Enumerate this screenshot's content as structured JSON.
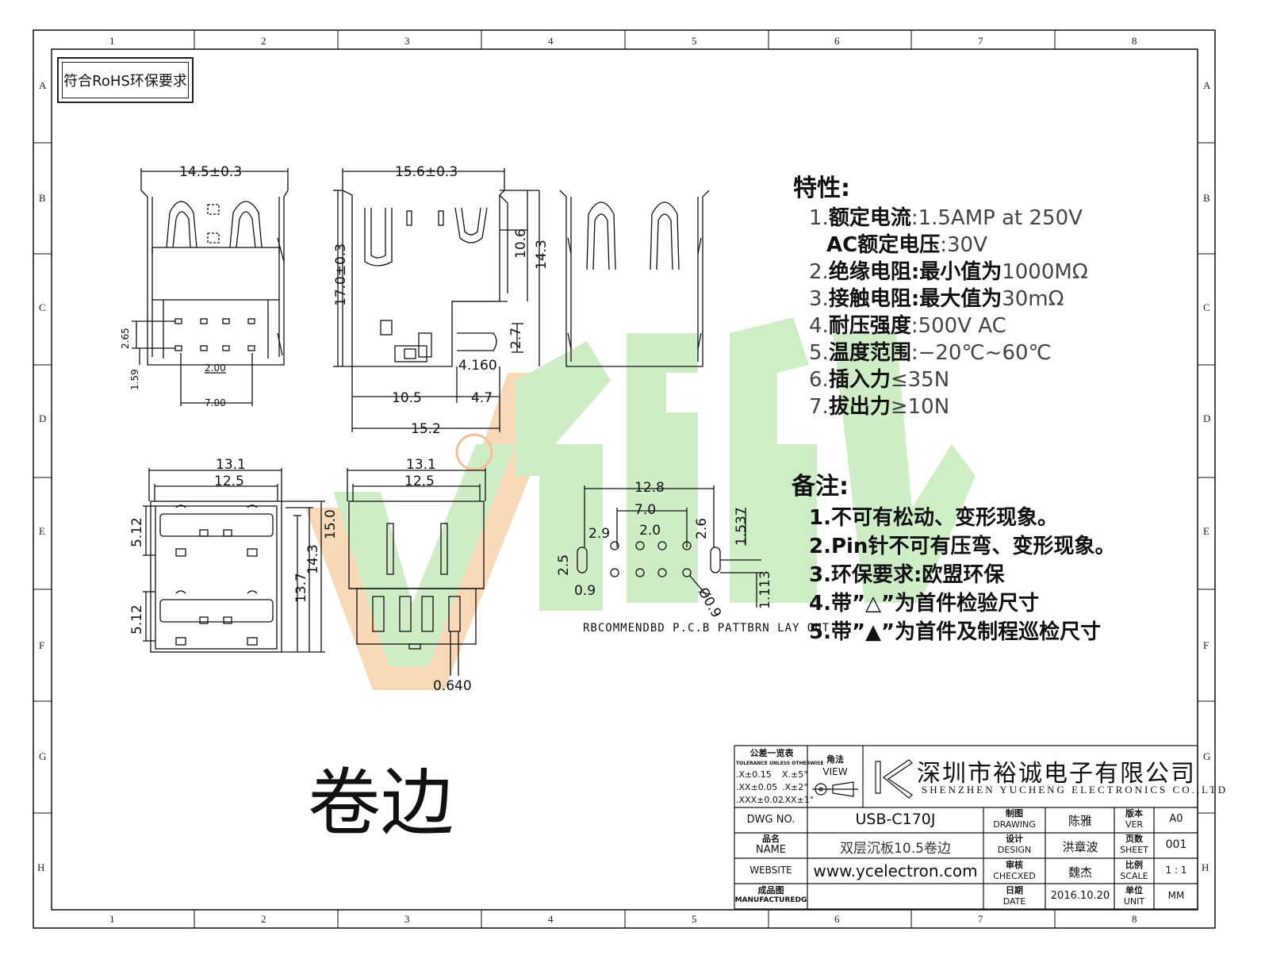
{
  "zones": {
    "columns": [
      "1",
      "2",
      "3",
      "4",
      "5",
      "6",
      "7",
      "8"
    ],
    "rows": [
      "A",
      "B",
      "C",
      "D",
      "E",
      "F",
      "G",
      "H"
    ]
  },
  "rohs_label": "符合RoHS环保要求",
  "dimensions": {
    "front_width": "14.5±0.3",
    "side_width": "15.6±0.3",
    "side_height": "17.0±0.3",
    "dim_10_6": "10.6",
    "dim_14_3_side": "14.3",
    "dim_2_7": "2.7",
    "dim_4_160": "4.160",
    "dim_10_5": "10.5",
    "dim_4_7": "4.7",
    "dim_15_2": "15.2",
    "dim_2_65": "2.65",
    "dim_1_59": "1.59",
    "dim_2_00": "2.00",
    "dim_7_00": "7.00",
    "bottom_13_1_a": "13.1",
    "bottom_12_5_a": "12.5",
    "bottom_13_1_b": "13.1",
    "bottom_12_5_b": "12.5",
    "dim_5_12_a": "5.12",
    "dim_5_12_b": "5.12",
    "dim_15_0": "15.0",
    "dim_14_3": "14.3",
    "dim_13_7": "13.7",
    "dim_0_640": "0.640",
    "pcb_12_8": "12.8",
    "pcb_7_0": "7.0",
    "pcb_2_9": "2.9",
    "pcb_2_0": "2.0",
    "pcb_2_6": "2.6",
    "pcb_1_537": "1.537",
    "pcb_2_5": "2.5",
    "pcb_0_9": "0.9",
    "pcb_phi": "Ø0.9",
    "pcb_1_113": "1.113"
  },
  "pcb_caption": "RBCOMMENDBD P.C.B PATTBRN LAY OUT",
  "specs": {
    "title": "特性:",
    "items": [
      {
        "num": "1.",
        "label": "额定电流",
        "value": ":1.5AMP at 250V"
      },
      {
        "num": "",
        "label": "AC额定电压",
        "value": ":30V"
      },
      {
        "num": "2.",
        "label": "绝缘电阻:最小值为",
        "value": "1000MΩ"
      },
      {
        "num": "3.",
        "label": "接触电阻:最大值为",
        "value": "30mΩ"
      },
      {
        "num": "4.",
        "label": "耐压强度",
        "value": ":500V AC"
      },
      {
        "num": "5.",
        "label": "温度范围",
        "value": ":−20℃~60℃"
      },
      {
        "num": "6.",
        "label": "插入力",
        "value": "≤35N"
      },
      {
        "num": "7.",
        "label": "拔出力",
        "value": "≥10N"
      }
    ]
  },
  "notes": {
    "title": "备注:",
    "items": [
      "1.不可有松动、变形现象。",
      "2.Pin针不可有压弯、变形现象。",
      "3.环保要求:欧盟环保",
      "4.带”△”为首件检验尺寸",
      "5.带”▲”为首件及制程巡检尺寸"
    ]
  },
  "big_label": "卷边",
  "title_block": {
    "tolerance_cn": "公差一览表",
    "tolerance_en": "TOLERANCE UNLESS OTHERWISE",
    "tol_1": ".X±0.15",
    "tol_2": ".XX±0.05",
    "tol_3": ".XXX±0.02",
    "ang_1": "X.±5°",
    "ang_2": ".X±2°",
    "ang_3": ".XX±1°",
    "view_cn": "角法",
    "view_en": "VIEW",
    "company_cn": "深圳市裕诚电子有限公司",
    "company_en": "SHENZHEN YUCHENG ELECTRONICS CO.,LTD",
    "dwg_no_label": "DWG NO.",
    "dwg_no": "USB-C170J",
    "name_cn": "品名",
    "name_en": "NAME",
    "name_value": "双层沉板10.5卷边",
    "website_label": "WEBSITE",
    "website": "www.ycelectron.com",
    "mfg_cn": "成品图",
    "mfg_en": "MANUFACTUREDG",
    "drawing_cn": "制图",
    "drawing_en": "DRAWING",
    "drawing_name": "陈雅",
    "design_cn": "设计",
    "design_en": "DESIGN",
    "design_name": "洪章波",
    "checked_cn": "审核",
    "checked_en": "CHECXED",
    "checked_name": "魏杰",
    "date_cn": "日期",
    "date_en": "DATE",
    "date": "2016.10.20",
    "ver_cn": "版本",
    "ver_en": "VER",
    "ver": "A0",
    "sheet_cn": "页数",
    "sheet_en": "SHEET",
    "sheet": "001",
    "scale_cn": "比例",
    "scale_en": "SCALE",
    "scale": "1 : 1",
    "unit_cn": "单位",
    "unit_en": "UNIT",
    "unit": "MM"
  },
  "colors": {
    "line": "#111111",
    "watermark_green": "#c9ecc0",
    "watermark_orange": "#f7d4b0"
  }
}
